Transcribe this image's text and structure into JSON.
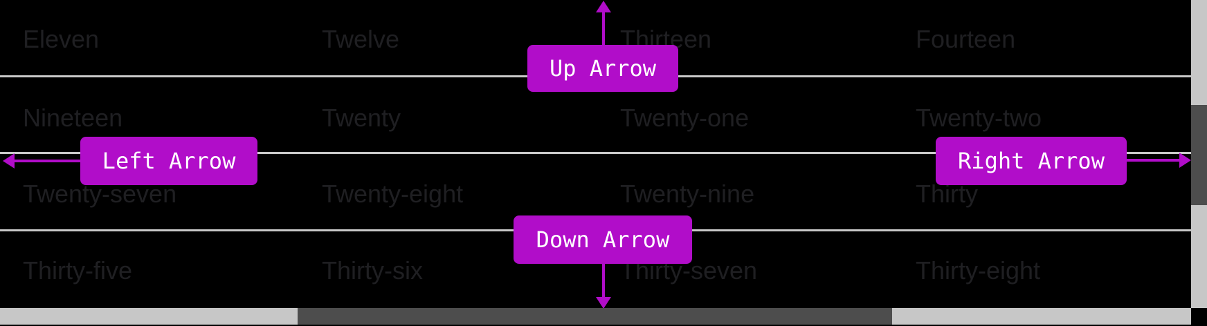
{
  "colors": {
    "background": "#000000",
    "accent": "#B10DC9",
    "grid_line": "#c9c9c9",
    "cell_text": "#1f1f22",
    "button_text": "#ffffff",
    "scrollbar_track": "#c7c7c7",
    "scrollbar_thumb": "#4d4d4d"
  },
  "annotations": {
    "up_label": "Up Arrow",
    "down_label": "Down Arrow",
    "left_label": "Left Arrow",
    "right_label": "Right Arrow"
  },
  "grid": {
    "rows": [
      [
        "Eleven",
        "Twelve",
        "Thirteen",
        "Fourteen"
      ],
      [
        "Nineteen",
        "Twenty",
        "Twenty-one",
        "Twenty-two"
      ],
      [
        "Twenty-seven",
        "Twenty-eight",
        "Twenty-nine",
        "Thirty"
      ],
      [
        "Thirty-five",
        "Thirty-six",
        "Thirty-seven",
        "Thirty-eight"
      ]
    ]
  }
}
